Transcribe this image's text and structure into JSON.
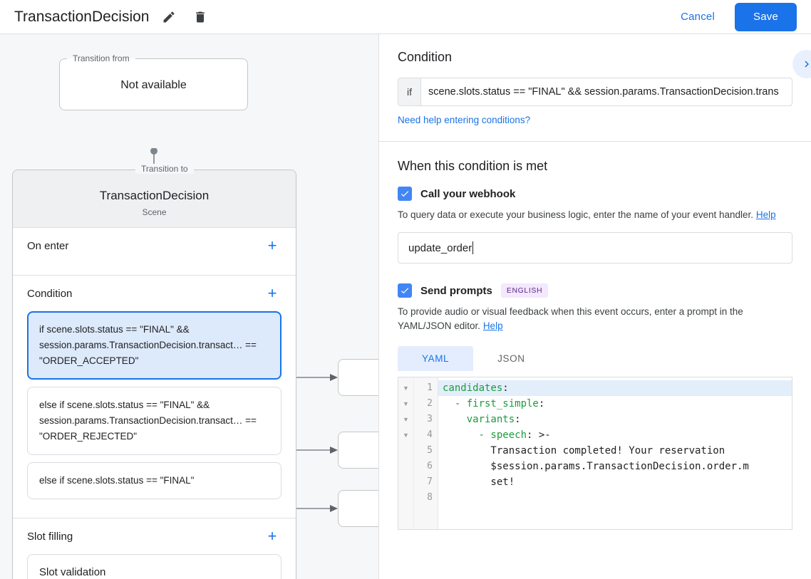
{
  "topbar": {
    "title": "TransactionDecision",
    "edit_icon": "pencil-icon",
    "delete_icon": "trash-icon",
    "cancel_label": "Cancel",
    "save_label": "Save",
    "accent_color": "#1a73e8"
  },
  "graph": {
    "transition_from": {
      "legend": "Transition from",
      "value": "Not available"
    },
    "transition_to": {
      "legend": "Transition to",
      "name": "TransactionDecision",
      "subtitle": "Scene"
    },
    "sections": [
      {
        "title": "On enter",
        "add_label": "+"
      },
      {
        "title": "Condition",
        "add_label": "+"
      },
      {
        "title": "Slot filling",
        "add_label": "+"
      }
    ],
    "conditions": [
      {
        "text": "if scene.slots.status == \"FINAL\" && session.params.TransactionDecision.transact… == \"ORDER_ACCEPTED\"",
        "selected": true
      },
      {
        "text": "else if scene.slots.status == \"FINAL\" && session.params.TransactionDecision.transact… == \"ORDER_REJECTED\"",
        "selected": false
      },
      {
        "text": "else if scene.slots.status == \"FINAL\"",
        "selected": false
      }
    ],
    "slot_filling": [
      {
        "text": "Slot validation"
      }
    ]
  },
  "detail": {
    "condition_heading": "Condition",
    "expand_icon": "chevron-right-icon",
    "if_label": "if",
    "if_value": "scene.slots.status == \"FINAL\" && session.params.TransactionDecision.trans",
    "conditions_help_link": "Need help entering conditions?",
    "met_heading": "When this condition is met",
    "webhook": {
      "checked": true,
      "label": "Call your webhook",
      "description": "To query data or execute your business logic, enter the name of your event handler.",
      "help_label": "Help",
      "value": "update_order"
    },
    "prompts": {
      "checked": true,
      "label": "Send prompts",
      "badge": "ENGLISH",
      "description": "To provide audio or visual feedback when this event occurs, enter a prompt in the YAML/JSON editor.",
      "help_label": "Help",
      "tabs": [
        {
          "label": "YAML",
          "active": true
        },
        {
          "label": "JSON",
          "active": false
        }
      ],
      "editor": {
        "line_numbers": [
          "1",
          "2",
          "3",
          "4",
          "5",
          "6",
          "7",
          "8"
        ],
        "fold_lines": [
          1,
          2,
          3,
          4
        ],
        "highlighted_line": 1,
        "lines": [
          {
            "key": "candidates",
            "punct": ":",
            "indent": 0,
            "rest": ""
          },
          {
            "key": "- first_simple",
            "punct": ":",
            "indent": 1,
            "rest": ""
          },
          {
            "key": "variants",
            "punct": ":",
            "indent": 2,
            "rest": ""
          },
          {
            "key": "- speech",
            "punct": ": >-",
            "indent": 3,
            "rest": ""
          },
          {
            "key": "",
            "punct": "",
            "indent": 4,
            "rest": "Transaction completed! Your reservation"
          },
          {
            "key": "",
            "punct": "",
            "indent": 4,
            "rest": "$session.params.TransactionDecision.order.m"
          },
          {
            "key": "",
            "punct": "",
            "indent": 4,
            "rest": "set!"
          },
          {
            "key": "",
            "punct": "",
            "indent": 0,
            "rest": ""
          }
        ]
      }
    }
  }
}
